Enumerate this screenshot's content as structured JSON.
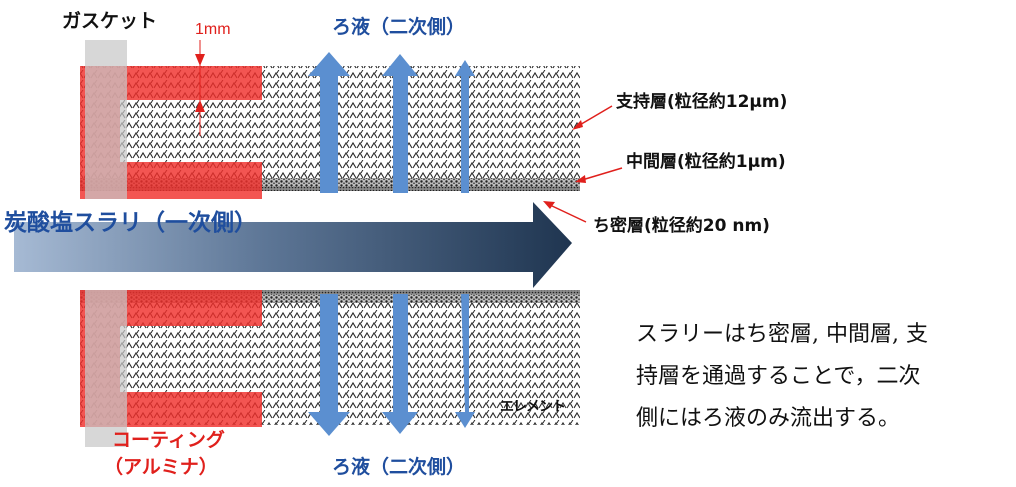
{
  "labels": {
    "gasket": "ガスケット",
    "thickness": "1mm",
    "filtrate_top": "ろ液（二次側）",
    "filtrate_bottom": "ろ液（二次側）",
    "support_layer": "支持層(粒径約12μm)",
    "middle_layer": "中間層(粒径約1μm)",
    "dense_layer": "ち密層(粒径約20 nm)",
    "slurry": "炭酸塩スラリ（一次側）",
    "element": "エレメント",
    "coating_line1": "コーティング",
    "coating_line2": "（アルミナ）"
  },
  "description": {
    "line1": "スラリーはち密層, 中間層, 支",
    "line2": "持層を通過することで，二次",
    "line3": "側にはろ液のみ流出する。"
  },
  "colors": {
    "coating": "#f0302c",
    "gasket": "#c8c8c8",
    "filtrate_arrow": "#5b8fd0",
    "annotation_arrow": "#e0201c",
    "slurry_arrow_start": "#9ab0cc",
    "slurry_arrow_end": "#1f3550"
  }
}
